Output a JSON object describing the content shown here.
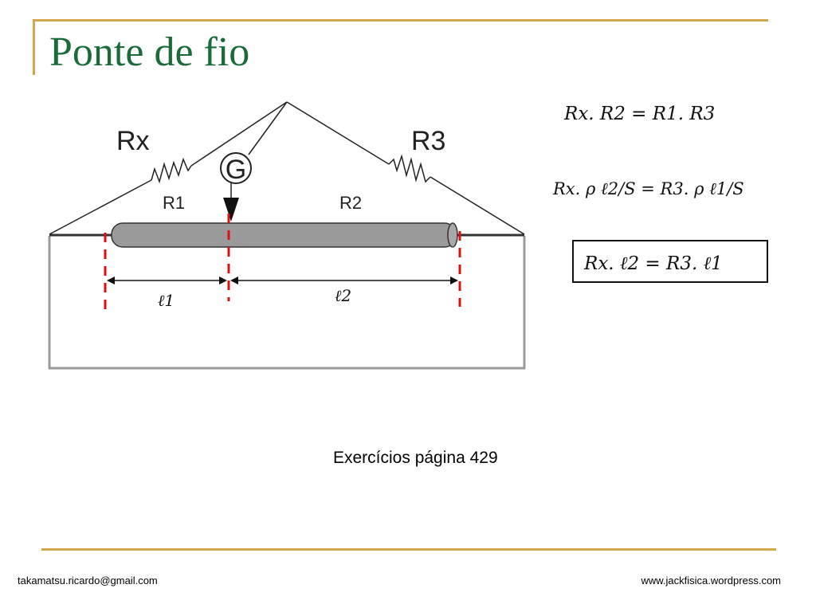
{
  "slide": {
    "title": "Ponte de fio",
    "caption": "Exercícios página 429",
    "footer_left": "takamatsu.ricardo@gmail.com",
    "footer_right": "www.jackfisica.wordpress.com"
  },
  "diagram": {
    "label_rx": "Rx",
    "label_r3": "R3",
    "label_r1": "R1",
    "label_r2": "R2",
    "label_g": "G",
    "label_l1": "ℓ1",
    "label_l2": "ℓ2"
  },
  "equations": {
    "eq1": "Rx. R2 = R1. R3",
    "eq2": "Rx. ρ ℓ2/S = R3. ρ ℓ1/S",
    "eq3": "Rx. ℓ2 = R3. ℓ1"
  },
  "colors": {
    "title": "#1b6b3a",
    "accent_rule": "#d4a84a",
    "marker": "#e01010",
    "wire_bar": "#9a9a9a"
  }
}
